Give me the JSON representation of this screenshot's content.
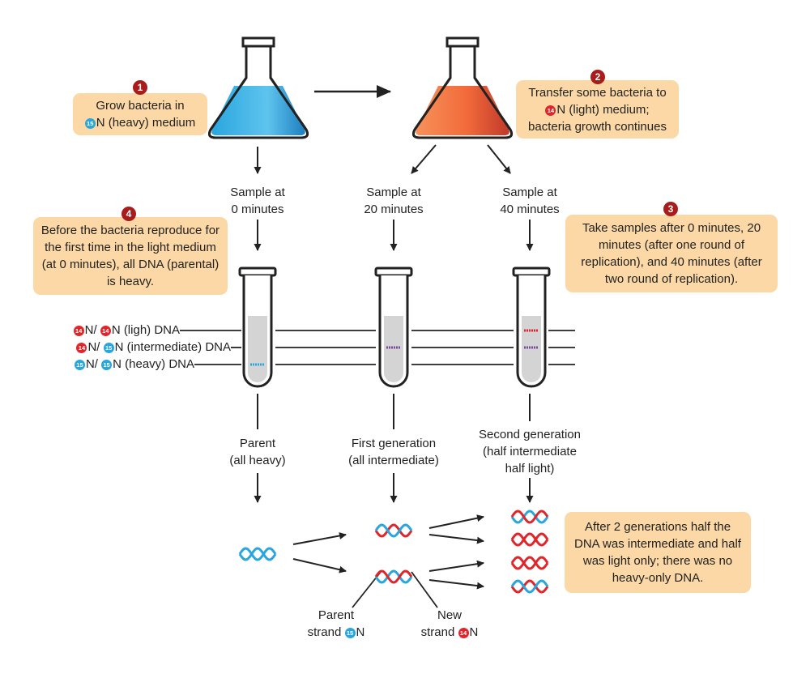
{
  "colors": {
    "heavy": "#29a6de",
    "light": "#e0262b",
    "box": "#fbd8a5",
    "badge": "#a81c1c"
  },
  "isotopes": {
    "heavy_mass": "15",
    "light_mass": "14"
  },
  "steps": {
    "s1": {
      "num": "1",
      "line1": "Grow bacteria in",
      "line2_suffix": "N (heavy) medium"
    },
    "s2": {
      "num": "2",
      "line1": "Transfer some bacteria to",
      "line2_suffix": "N (light) medium;",
      "line3": "bacteria growth continues"
    },
    "s3": {
      "num": "3",
      "text": "Take samples after 0 minutes, 20 minutes (after one round of replication), and 40 minutes (after two round of replication)."
    },
    "s4": {
      "num": "4",
      "text": "Before the bacteria reproduce for the first time in the light medium (at 0 minutes), all DNA (parental) is heavy."
    }
  },
  "samples": {
    "t0": {
      "line1": "Sample at",
      "line2": "0 minutes"
    },
    "t20": {
      "line1": "Sample at",
      "line2": "20 minutes"
    },
    "t40": {
      "line1": "Sample at",
      "line2": "40 minutes"
    }
  },
  "dna_bands": {
    "light": "N (ligh) DNA",
    "intermediate": "N (intermediate) DNA",
    "heavy": "N (heavy) DNA",
    "sep": "N/"
  },
  "generations": {
    "parent": {
      "line1": "Parent",
      "line2": "(all heavy)"
    },
    "first": {
      "line1": "First generation",
      "line2": "(all intermediate)"
    },
    "second": {
      "line1": "Second generation",
      "line2": "(half intermediate",
      "line3": "half light)"
    }
  },
  "strands": {
    "parent": {
      "line1": "Parent",
      "line2": "strand"
    },
    "new": {
      "line1": "New",
      "line2": "strand"
    },
    "suffix": "N"
  },
  "conclusion": {
    "text": "After 2 generations half the DNA was intermediate and half was light only; there was no heavy-only DNA."
  }
}
